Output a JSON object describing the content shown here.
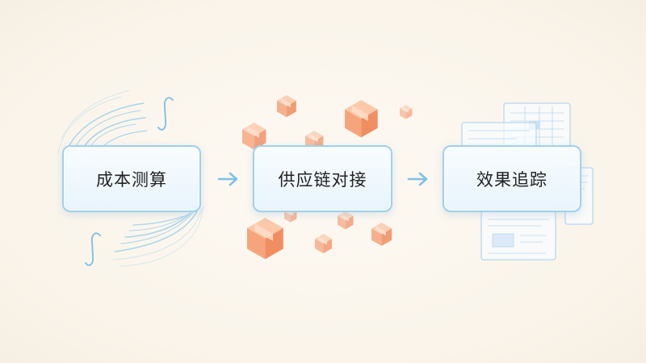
{
  "flow": {
    "steps": [
      {
        "label": "成本测算"
      },
      {
        "label": "供应链对接"
      },
      {
        "label": "效果追踪"
      }
    ]
  },
  "colors": {
    "box_border": "#9fd0ee",
    "arrow": "#7fc0e8",
    "line_decor": "#8ecbea",
    "box_decor": "#f6a47c",
    "doc_decor": "#b9d7ee"
  },
  "icons": [
    "integral-icon",
    "package-box-icon",
    "document-icon",
    "arrow-right-icon"
  ]
}
